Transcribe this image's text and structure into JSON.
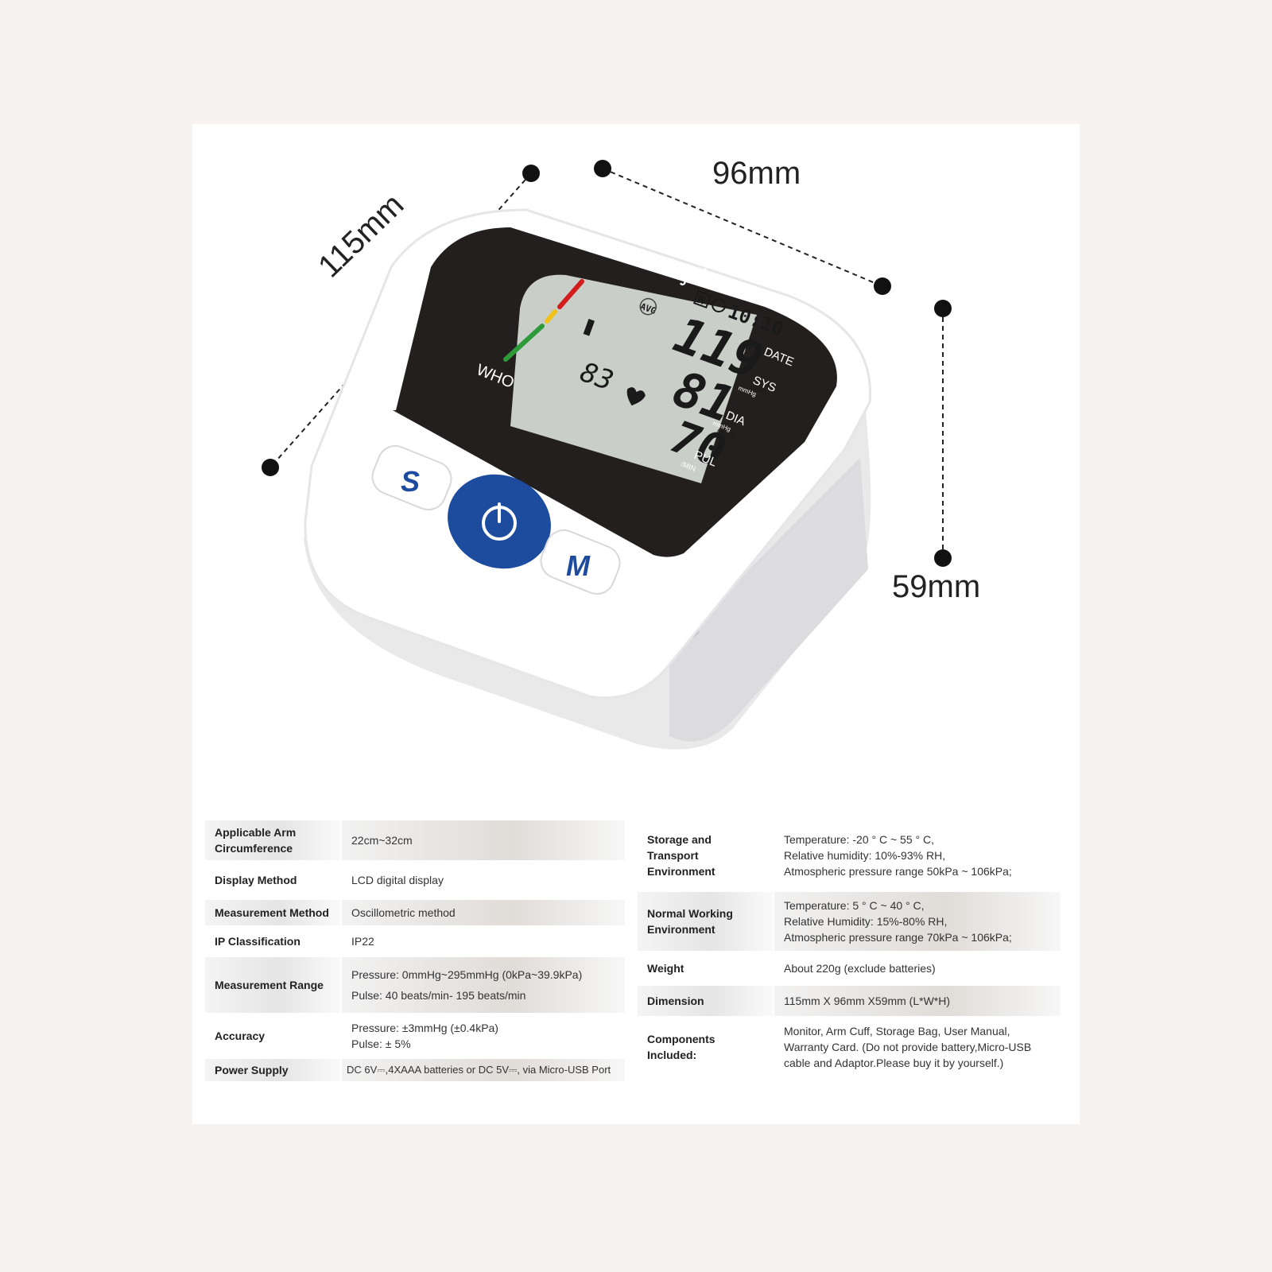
{
  "dimensions": {
    "depth": "96mm",
    "length": "115mm",
    "height": "59mm"
  },
  "device": {
    "brand": "Jziki",
    "lcd": {
      "memory_badge": "M",
      "time": "10:10",
      "avg_label": "AVG",
      "systolic": "119",
      "diastolic": "81",
      "pulse": "70",
      "memory_count": "83",
      "unit_small": "mmHg"
    },
    "indicators": {
      "who_label": "WHO",
      "date_label": "DATE",
      "sys_label": "SYS",
      "sys_unit": "mmHg",
      "dia_label": "DIA",
      "dia_unit": "mmHg",
      "pul_label": "PUL",
      "pul_unit": "/MIN"
    },
    "buttons": {
      "set": "S",
      "memory": "M"
    },
    "colors": {
      "panel": "#231f1e",
      "lcd": "#c9cec9",
      "power_button": "#1d4c9f",
      "button_text": "#1d4c9f",
      "who_red": "#d31c1c",
      "who_yellow": "#f0c21a",
      "who_green": "#2f9a3a"
    }
  },
  "specs_left": [
    {
      "label": "Applicable Arm Circumference",
      "values": [
        "22cm~32cm"
      ]
    },
    {
      "label": "Display Method",
      "values": [
        "LCD digital display"
      ]
    },
    {
      "label": "Measurement Method",
      "values": [
        "Oscillometric method"
      ]
    },
    {
      "label": "IP Classification",
      "values": [
        "IP22"
      ]
    },
    {
      "label": "Measurement Range",
      "values": [
        "Pressure: 0mmHg~295mmHg (0kPa~39.9kPa)",
        "Pulse: 40 beats/min- 195 beats/min"
      ]
    },
    {
      "label": "Accuracy",
      "values": [
        "Pressure: ±3mmHg (±0.4kPa)",
        "Pulse: ± 5%"
      ]
    },
    {
      "label": "Power Supply",
      "values": [
        "DC 6V⎓,4XAAA batteries or DC 5V⎓, via Micro-USB Port"
      ]
    }
  ],
  "specs_right": [
    {
      "label": "Storage and Transport Environment",
      "values": [
        "Temperature:  -20 ° C ~ 55 ° C,",
        "Relative humidity: 10%-93% RH,",
        "Atmospheric pressure range 50kPa ~ 106kPa;"
      ]
    },
    {
      "label": "Normal Working Environment",
      "values": [
        "Temperature:   5 ° C ~ 40 ° C,",
        "Relative Humidity: 15%-80% RH,",
        "Atmospheric pressure range 70kPa ~ 106kPa;"
      ]
    },
    {
      "label": "Weight",
      "values": [
        "About 220g (exclude batteries)"
      ]
    },
    {
      "label": "Dimension",
      "values": [
        "115mm X  96mm X59mm (L*W*H)"
      ]
    },
    {
      "label": "Components Included:",
      "values": [
        "Monitor, Arm Cuff, Storage Bag, User Manual,",
        "Warranty Card. (Do not provide battery,Micro-USB",
        "cable and Adaptor.Please buy it by yourself.)"
      ]
    }
  ]
}
